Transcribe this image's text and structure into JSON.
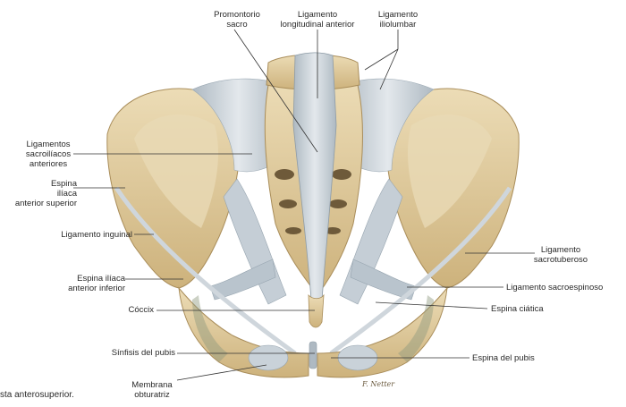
{
  "labels": {
    "promontorio": "Promontorio\nsacro",
    "long_anterior": "Ligamento\nlongitudinal anterior",
    "iliolumbar": "Ligamento\niliolumbar",
    "sacroiliacos": "Ligamentos\nsacroilíacos\nanteriores",
    "espina_sup": "Espina\nilíaca\nanterior superior",
    "inguinal": "Ligamento inguinal",
    "espina_inf": "Espina ilíaca\nanterior inferior",
    "coccix": "Cóccix",
    "sinfisis": "Sínfisis del pubis",
    "membrana": "Membrana\nobturatriz",
    "sacrotuberoso": "Ligamento\nsacrotuberoso",
    "sacroespinoso": "Ligamento sacroespinoso",
    "espina_ciatica": "Espina ciática",
    "espina_pubis": "Espina del pubis"
  },
  "caption": "sta anterosuperior.",
  "signature": "F. Netter",
  "colors": {
    "bone": "#dcc79a",
    "bone_dark": "#b89a63",
    "ligament": "#c9d2d9",
    "ligament_dark": "#9aa8b3",
    "leader": "#333333",
    "text": "#2a2a2a"
  }
}
